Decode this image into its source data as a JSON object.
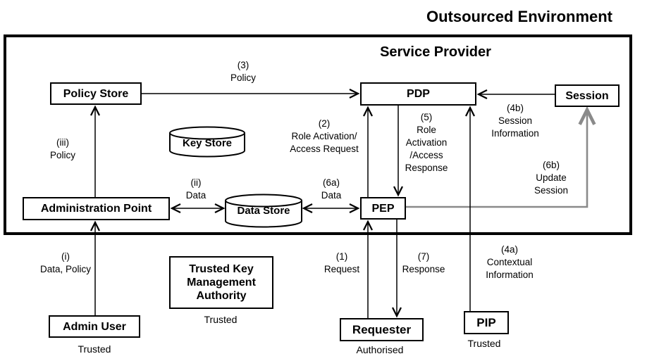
{
  "page": {
    "title": "Outsourced Environment"
  },
  "boundary": {
    "label": "Service Provider"
  },
  "nodes": {
    "policy_store": "Policy Store",
    "pdp": "PDP",
    "session": "Session",
    "key_store": "Key Store",
    "administration_point": "Administration Point",
    "data_store": "Data Store",
    "pep": "PEP",
    "admin_user": "Admin User",
    "tkma": "Trusted Key\nManagement\nAuthority",
    "requester": "Requester",
    "pip": "PIP"
  },
  "notes": {
    "admin_user": "Trusted",
    "tkma": "Trusted",
    "requester": "Authorised",
    "pip": "Trusted"
  },
  "edges": {
    "policy_store_to_pdp": "(3)\nPolicy",
    "admin_point_to_policy_store": "(iii)\nPolicy",
    "pep_to_pdp_request": "(2)\nRole Activation/\nAccess Request",
    "pdp_to_pep_response": "(5)\nRole\nActivation\n/Access\nResponse",
    "session_to_pdp": "(4b)\nSession\nInformation",
    "pep_to_session": "(6b)\nUpdate\nSession",
    "admin_point_to_data_store": "(ii)\nData",
    "data_store_to_pep": "(6a)\nData",
    "admin_user_to_admin_point": "(i)\nData, Policy",
    "requester_to_pep": "(1)\nRequest",
    "pep_to_requester": "(7)\nResponse",
    "pip_to_pdp": "(4a)\nContextual\nInformation"
  },
  "colors": {
    "line": "#000000",
    "update_session_line": "#8a8a8a",
    "background": "#ffffff"
  }
}
